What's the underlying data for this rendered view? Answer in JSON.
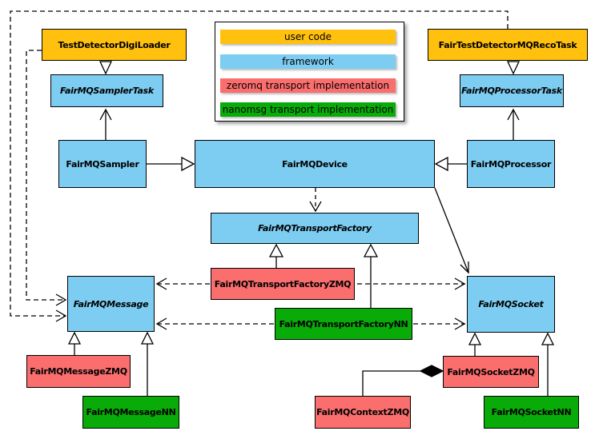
{
  "colors": {
    "user_code": "#FFC10D",
    "framework": "#7DCDF2",
    "zeromq": "#FA6E6E",
    "nanomsg": "#09AB09",
    "line": "#000000",
    "background": "#FFFFFF"
  },
  "legend": {
    "items": [
      {
        "label": "user code",
        "color": "#FFC10D"
      },
      {
        "label": "framework",
        "color": "#7DCDF2"
      },
      {
        "label": "zeromq transport implementation",
        "color": "#FA6E6E"
      },
      {
        "label": "nanomsg transport implementation",
        "color": "#09AB09"
      }
    ]
  },
  "nodes": {
    "testDetectorDigiLoader": {
      "label": "TestDetectorDigiLoader",
      "category": "user_code",
      "abstract": false
    },
    "fairTestDetectorMQRecoTask": {
      "label": "FairTestDetectorMQRecoTask",
      "category": "user_code",
      "abstract": false
    },
    "fairMQSamplerTask": {
      "label": "FairMQSamplerTask",
      "category": "framework",
      "abstract": true
    },
    "fairMQProcessorTask": {
      "label": "FairMQProcessorTask",
      "category": "framework",
      "abstract": true
    },
    "fairMQSampler": {
      "label": "FairMQSampler",
      "category": "framework",
      "abstract": false
    },
    "fairMQDevice": {
      "label": "FairMQDevice",
      "category": "framework",
      "abstract": false
    },
    "fairMQProcessor": {
      "label": "FairMQProcessor",
      "category": "framework",
      "abstract": false
    },
    "fairMQTransportFactory": {
      "label": "FairMQTransportFactory",
      "category": "framework",
      "abstract": true
    },
    "fairMQTransportFactoryZMQ": {
      "label": "FairMQTransportFactoryZMQ",
      "category": "zeromq",
      "abstract": false
    },
    "fairMQTransportFactoryNN": {
      "label": "FairMQTransportFactoryNN",
      "category": "nanomsg",
      "abstract": false
    },
    "fairMQMessage": {
      "label": "FairMQMessage",
      "category": "framework",
      "abstract": true
    },
    "fairMQSocket": {
      "label": "FairMQSocket",
      "category": "framework",
      "abstract": true
    },
    "fairMQMessageZMQ": {
      "label": "FairMQMessageZMQ",
      "category": "zeromq",
      "abstract": false
    },
    "fairMQMessageNN": {
      "label": "FairMQMessageNN",
      "category": "nanomsg",
      "abstract": false
    },
    "fairMQContextZMQ": {
      "label": "FairMQContextZMQ",
      "category": "zeromq",
      "abstract": false
    },
    "fairMQSocketZMQ": {
      "label": "FairMQSocketZMQ",
      "category": "zeromq",
      "abstract": false
    },
    "fairMQSocketNN": {
      "label": "FairMQSocketNN",
      "category": "nanomsg",
      "abstract": false
    }
  },
  "edges": [
    {
      "from": "TestDetectorDigiLoader",
      "to": "FairMQSamplerTask",
      "type": "inheritance",
      "style": "solid"
    },
    {
      "from": "FairTestDetectorMQRecoTask",
      "to": "FairMQProcessorTask",
      "type": "inheritance",
      "style": "solid"
    },
    {
      "from": "FairMQSampler",
      "to": "FairMQSamplerTask",
      "type": "association",
      "style": "solid"
    },
    {
      "from": "FairMQProcessor",
      "to": "FairMQProcessorTask",
      "type": "association",
      "style": "solid"
    },
    {
      "from": "FairMQSampler",
      "to": "FairMQDevice",
      "type": "inheritance",
      "style": "solid"
    },
    {
      "from": "FairMQProcessor",
      "to": "FairMQDevice",
      "type": "inheritance",
      "style": "solid"
    },
    {
      "from": "FairMQDevice",
      "to": "FairMQTransportFactory",
      "type": "dependency",
      "style": "dashed"
    },
    {
      "from": "FairMQDevice",
      "to": "FairMQSocket",
      "type": "association",
      "style": "solid"
    },
    {
      "from": "FairMQTransportFactoryZMQ",
      "to": "FairMQTransportFactory",
      "type": "inheritance",
      "style": "solid"
    },
    {
      "from": "FairMQTransportFactoryNN",
      "to": "FairMQTransportFactory",
      "type": "inheritance",
      "style": "solid"
    },
    {
      "from": "FairMQTransportFactoryZMQ",
      "to": "FairMQMessage",
      "type": "dependency",
      "style": "dashed"
    },
    {
      "from": "FairMQTransportFactoryZMQ",
      "to": "FairMQSocket",
      "type": "dependency",
      "style": "dashed"
    },
    {
      "from": "FairMQTransportFactoryNN",
      "to": "FairMQMessage",
      "type": "dependency",
      "style": "dashed"
    },
    {
      "from": "FairMQTransportFactoryNN",
      "to": "FairMQSocket",
      "type": "dependency",
      "style": "dashed"
    },
    {
      "from": "TestDetectorDigiLoader",
      "to": "FairMQMessage",
      "type": "dependency",
      "style": "dashed"
    },
    {
      "from": "FairTestDetectorMQRecoTask",
      "to": "FairMQMessage",
      "type": "dependency",
      "style": "dashed"
    },
    {
      "from": "FairMQMessageZMQ",
      "to": "FairMQMessage",
      "type": "inheritance",
      "style": "solid"
    },
    {
      "from": "FairMQMessageNN",
      "to": "FairMQMessage",
      "type": "inheritance",
      "style": "solid"
    },
    {
      "from": "FairMQSocketZMQ",
      "to": "FairMQSocket",
      "type": "inheritance",
      "style": "solid"
    },
    {
      "from": "FairMQSocketNN",
      "to": "FairMQSocket",
      "type": "inheritance",
      "style": "solid"
    },
    {
      "from": "FairMQSocketZMQ",
      "to": "FairMQContextZMQ",
      "type": "composition",
      "style": "solid"
    }
  ]
}
